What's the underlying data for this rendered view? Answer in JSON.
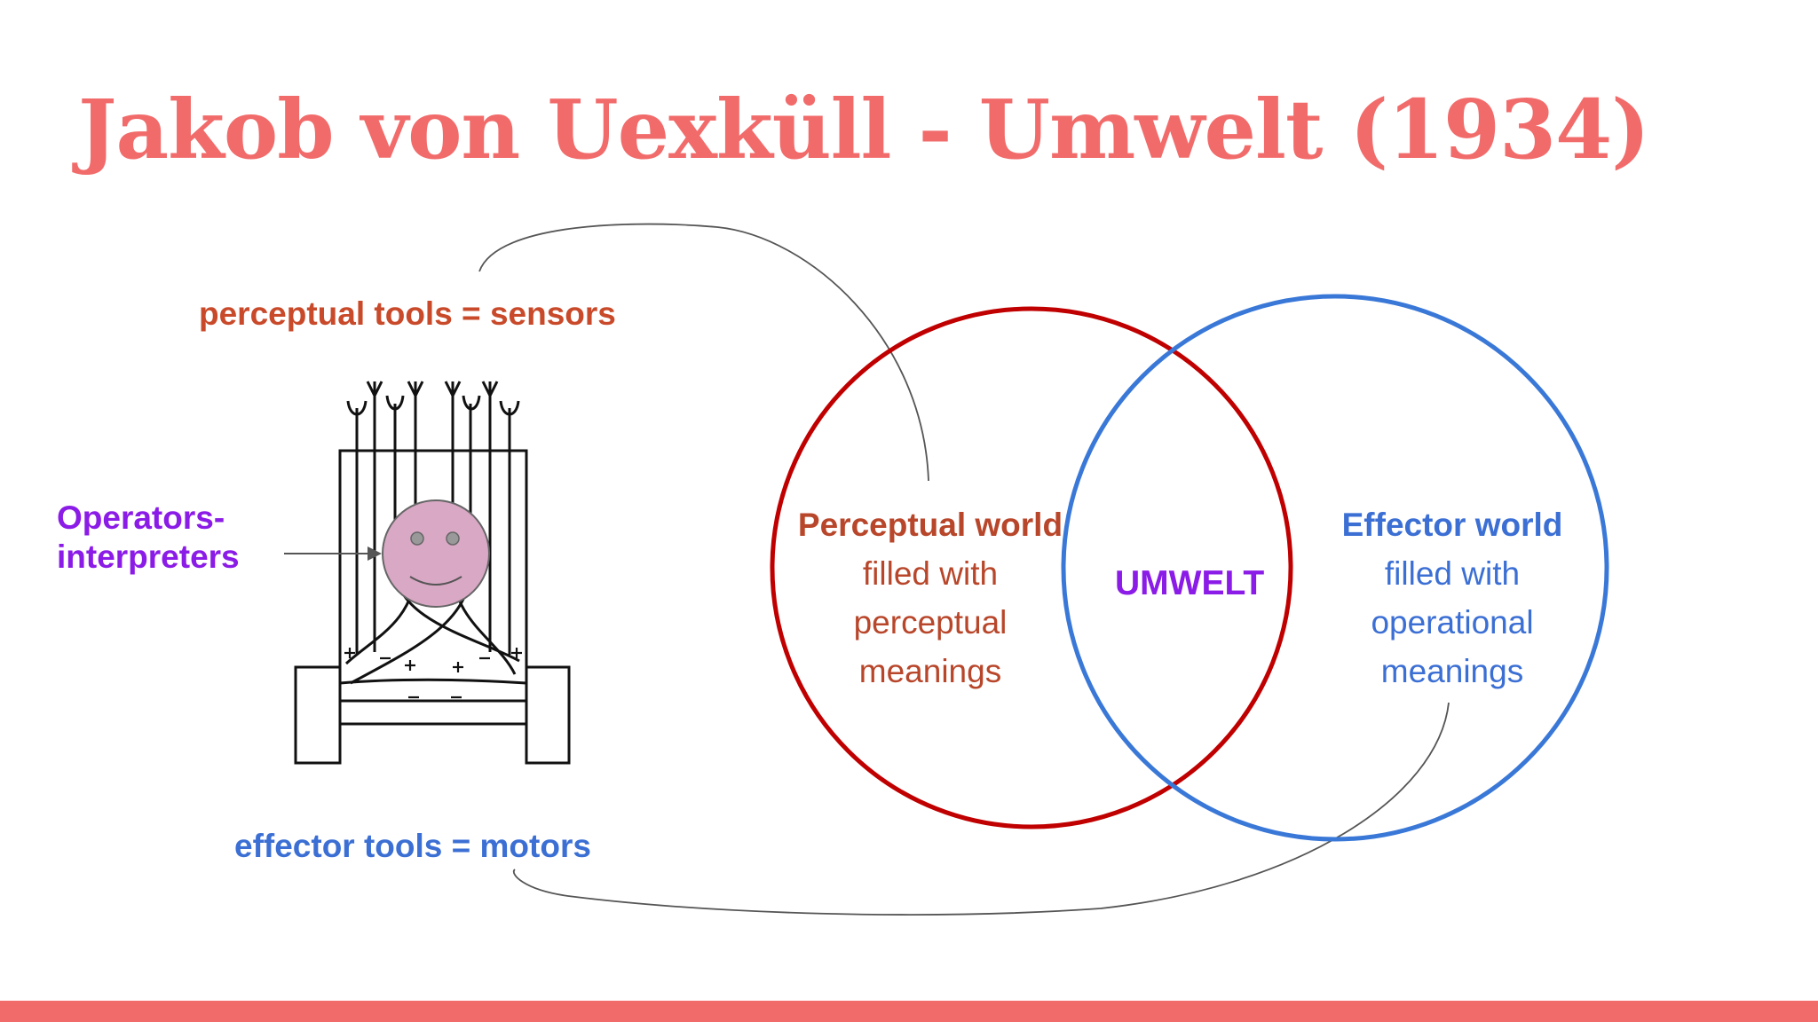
{
  "title": "Jakob von Uexküll - Umwelt (1934)",
  "labels": {
    "perceptual_tools": "perceptual tools = sensors",
    "effector_tools": "effector tools = motors",
    "operators_line1": "Operators-",
    "operators_line2": "interpreters"
  },
  "venn": {
    "left": {
      "bold": "Perceptual world",
      "rest": " filled with perceptual meanings",
      "color": "#c00000"
    },
    "right": {
      "bold": "Effector world",
      "rest": " filled with operational meanings",
      "color": "#3a78d8"
    },
    "center": "UMWELT"
  },
  "colors": {
    "title": "#f26b6b",
    "perceptual_text": "#c94a2a",
    "effector_text": "#3b6fd4",
    "operators_text": "#8b1be6",
    "face_fill": "#d8a8c4",
    "bottom_bar": "#f26b6b"
  },
  "icons": [
    "vehicle-schematic-icon",
    "smiley-face-icon",
    "arrow-icon"
  ]
}
